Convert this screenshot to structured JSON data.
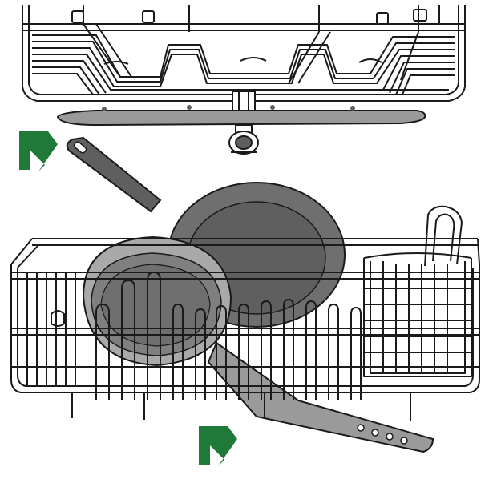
{
  "illustration": {
    "subject": "dishwasher-rack-spray-arm-clearance",
    "colors": {
      "line": "#1a1a1a",
      "pan_dark": "#5f5f5f",
      "pan_mid": "#7f7f7f",
      "pan_light": "#a9a9a9",
      "spray_arm": "#9a9a9a",
      "arrow": "#1f7a3a",
      "background": "#ffffff"
    },
    "callouts": [
      {
        "name": "upper-spray-arm-arrow",
        "points_to": "upper-spray-arm"
      },
      {
        "name": "lower-spray-arm-arrow",
        "points_to": "lower-spray-arm"
      }
    ]
  }
}
